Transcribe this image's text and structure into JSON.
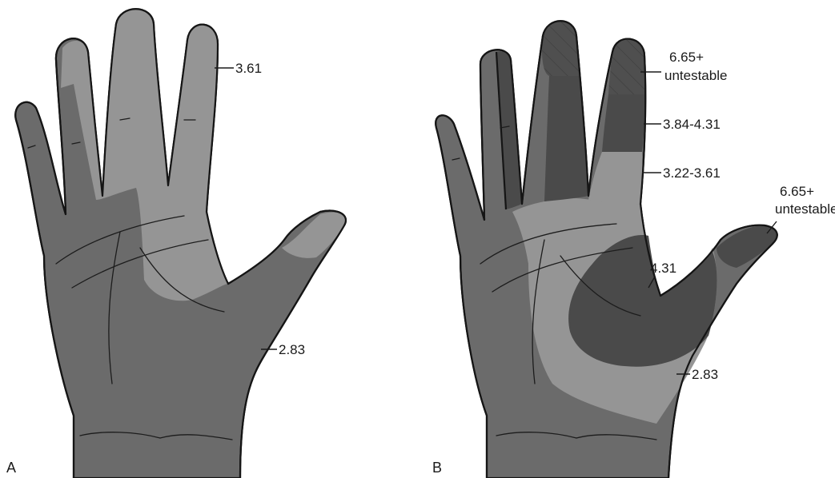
{
  "panels": [
    {
      "id": "A",
      "letter": "A",
      "labels": [
        {
          "key": "index_tip",
          "text": "3.61"
        },
        {
          "key": "palm",
          "text": "2.83"
        }
      ]
    },
    {
      "id": "B",
      "letter": "B",
      "labels": [
        {
          "key": "index_tip",
          "lines": [
            "6.65+",
            "untestable"
          ]
        },
        {
          "key": "index_mid",
          "text": "3.84-4.31"
        },
        {
          "key": "index_base",
          "text": "3.22-3.61"
        },
        {
          "key": "thumb_tip",
          "lines": [
            "6.65+",
            "untestable"
          ]
        },
        {
          "key": "thenar",
          "text": "4.31"
        },
        {
          "key": "palm",
          "text": "2.83"
        }
      ]
    }
  ],
  "colors": {
    "skin": "#6b6b6b",
    "light_zone": "#959595",
    "dark_zone": "#4a4a4a",
    "outline": "#151515"
  }
}
